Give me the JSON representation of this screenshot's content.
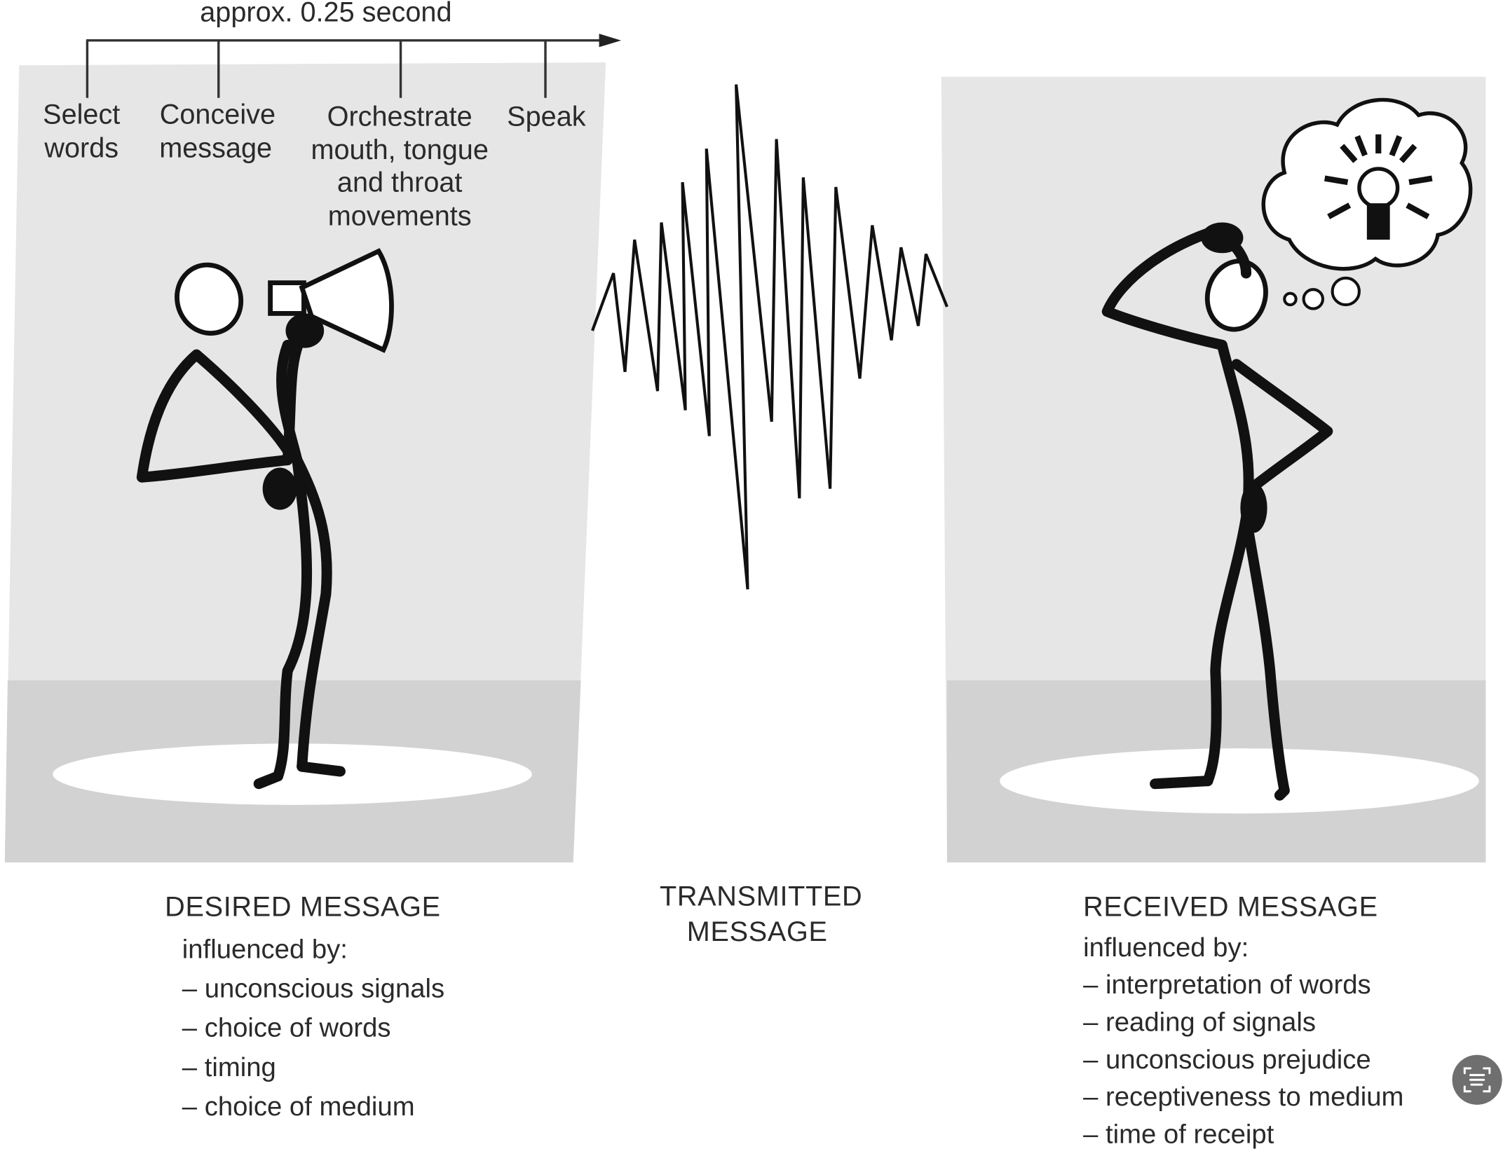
{
  "timeline": {
    "duration_label": "approx. 0.25 second",
    "steps": [
      {
        "lines": [
          "Select",
          "words"
        ]
      },
      {
        "lines": [
          "Conceive",
          "message"
        ]
      },
      {
        "lines": [
          "Orchestrate",
          "mouth, tongue",
          "and throat",
          "movements"
        ]
      },
      {
        "lines": [
          "Speak"
        ]
      }
    ]
  },
  "desired": {
    "title": "DESIRED MESSAGE",
    "subtitle": "influenced by:",
    "items": [
      "– unconscious signals",
      "– choice of words",
      "– timing",
      "– choice of medium"
    ]
  },
  "transmitted": {
    "lines": [
      "TRANSMITTED",
      "MESSAGE"
    ]
  },
  "received": {
    "title": "RECEIVED MESSAGE",
    "subtitle": "influenced by:",
    "items": [
      "– interpretation of words",
      "– reading of signals",
      "– unconscious prejudice",
      "– receptiveness to medium",
      "– time of receipt"
    ]
  },
  "colors": {
    "panel": "#e6e6e6",
    "floor": "#d2d2d2",
    "button": "#6f6f6f"
  }
}
